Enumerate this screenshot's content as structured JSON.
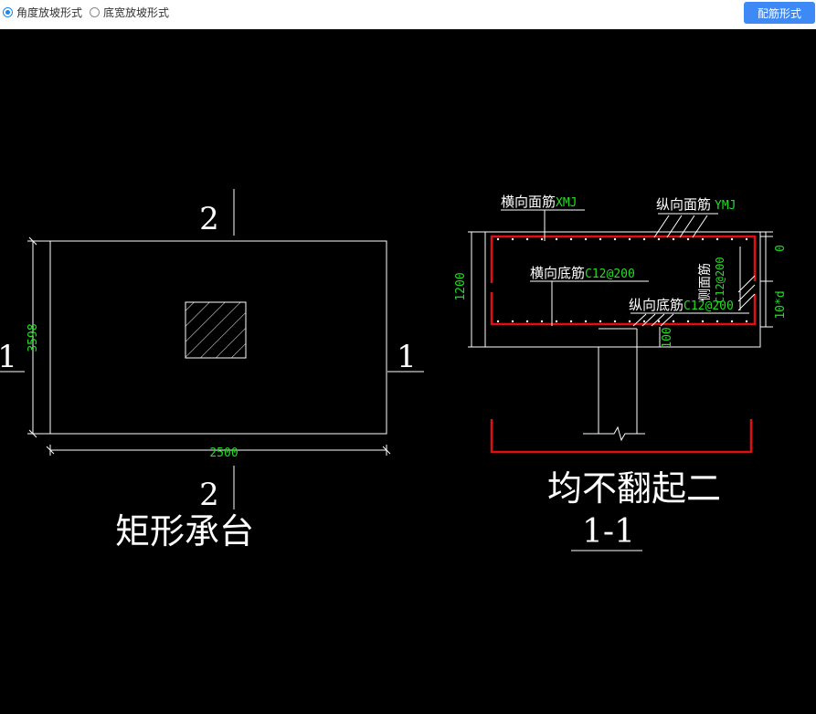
{
  "toolbar": {
    "options": [
      {
        "label": "角度放坡形式",
        "selected": true
      },
      {
        "label": "底宽放坡形式",
        "selected": false
      }
    ],
    "button_label": "配筋形式"
  },
  "plan": {
    "title": "矩形承台",
    "dim_height": "3598",
    "dim_width": "2500",
    "section_mark_1": "1",
    "section_mark_2": "2"
  },
  "section": {
    "title_line1": "均不翻起二",
    "title_line2": "1-1",
    "label_transverse_top": "横向面筋",
    "label_transverse_top_value": "XMJ",
    "label_longitudinal_top": "纵向面筋",
    "label_longitudinal_top_value": "YMJ",
    "label_transverse_bottom": "横向底筋",
    "label_transverse_bottom_value": "C12@200",
    "label_longitudinal_bottom": "纵向底筋",
    "label_longitudinal_bottom_value": "C12@200",
    "label_side": "侧面筋",
    "label_side_value": "C12@200",
    "dim_height": "1200",
    "dim_zero": "0",
    "dim_10d": "10*d",
    "dim_100": "100"
  },
  "colors": {
    "background": "#000000",
    "line": "#ffffff",
    "dimension_text": "#22dd22",
    "rebar": "#e01010",
    "accent": "#3d8af7"
  }
}
